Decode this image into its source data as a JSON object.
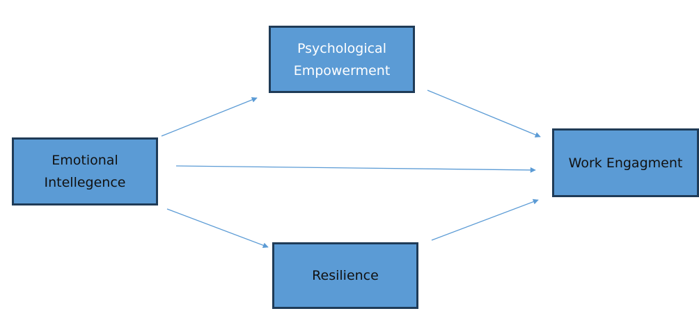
{
  "diagram": {
    "nodes": {
      "emotional_intelligence": "Emotional\nIntellegence",
      "psychological_empowerment": "Psychological\nEmpowerment",
      "resilience": "Resilience",
      "work_engagement": "Work Engagment"
    },
    "edges": [
      {
        "from": "emotional_intelligence",
        "to": "psychological_empowerment"
      },
      {
        "from": "emotional_intelligence",
        "to": "work_engagement"
      },
      {
        "from": "emotional_intelligence",
        "to": "resilience"
      },
      {
        "from": "psychological_empowerment",
        "to": "work_engagement"
      },
      {
        "from": "resilience",
        "to": "work_engagement"
      }
    ],
    "colors": {
      "box_fill": "#5b9bd5",
      "box_border": "#1f3b57",
      "arrow": "#5b9bd5"
    }
  }
}
